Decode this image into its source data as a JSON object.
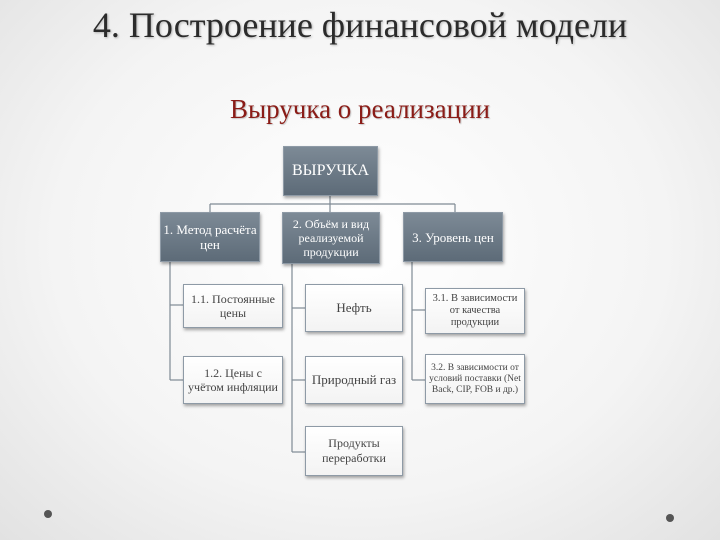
{
  "slide": {
    "title": "4. Построение финансовой модели",
    "subtitle": "Выручка о реализации"
  },
  "diagram": {
    "root": "ВЫРУЧКА",
    "branch1": {
      "label": "1. Метод расчёта цен",
      "children": [
        "1.1. Постоянные цены",
        "1.2. Цены с учётом инфляции"
      ]
    },
    "branch2": {
      "label": "2. Объём и вид реализуемой продукции",
      "children": [
        "Нефть",
        "Природный газ",
        "Продукты переработки"
      ]
    },
    "branch3": {
      "label": "3. Уровень цен",
      "children": [
        "3.1. В зависимости от качества продукции",
        "3.2. В зависимости от условий поставки (Net Back, CIP, FOB и др.)"
      ]
    }
  },
  "colors": {
    "box_fill": "#6e7b88",
    "subtitle": "#8a1c17",
    "connector": "#7f8a94"
  }
}
